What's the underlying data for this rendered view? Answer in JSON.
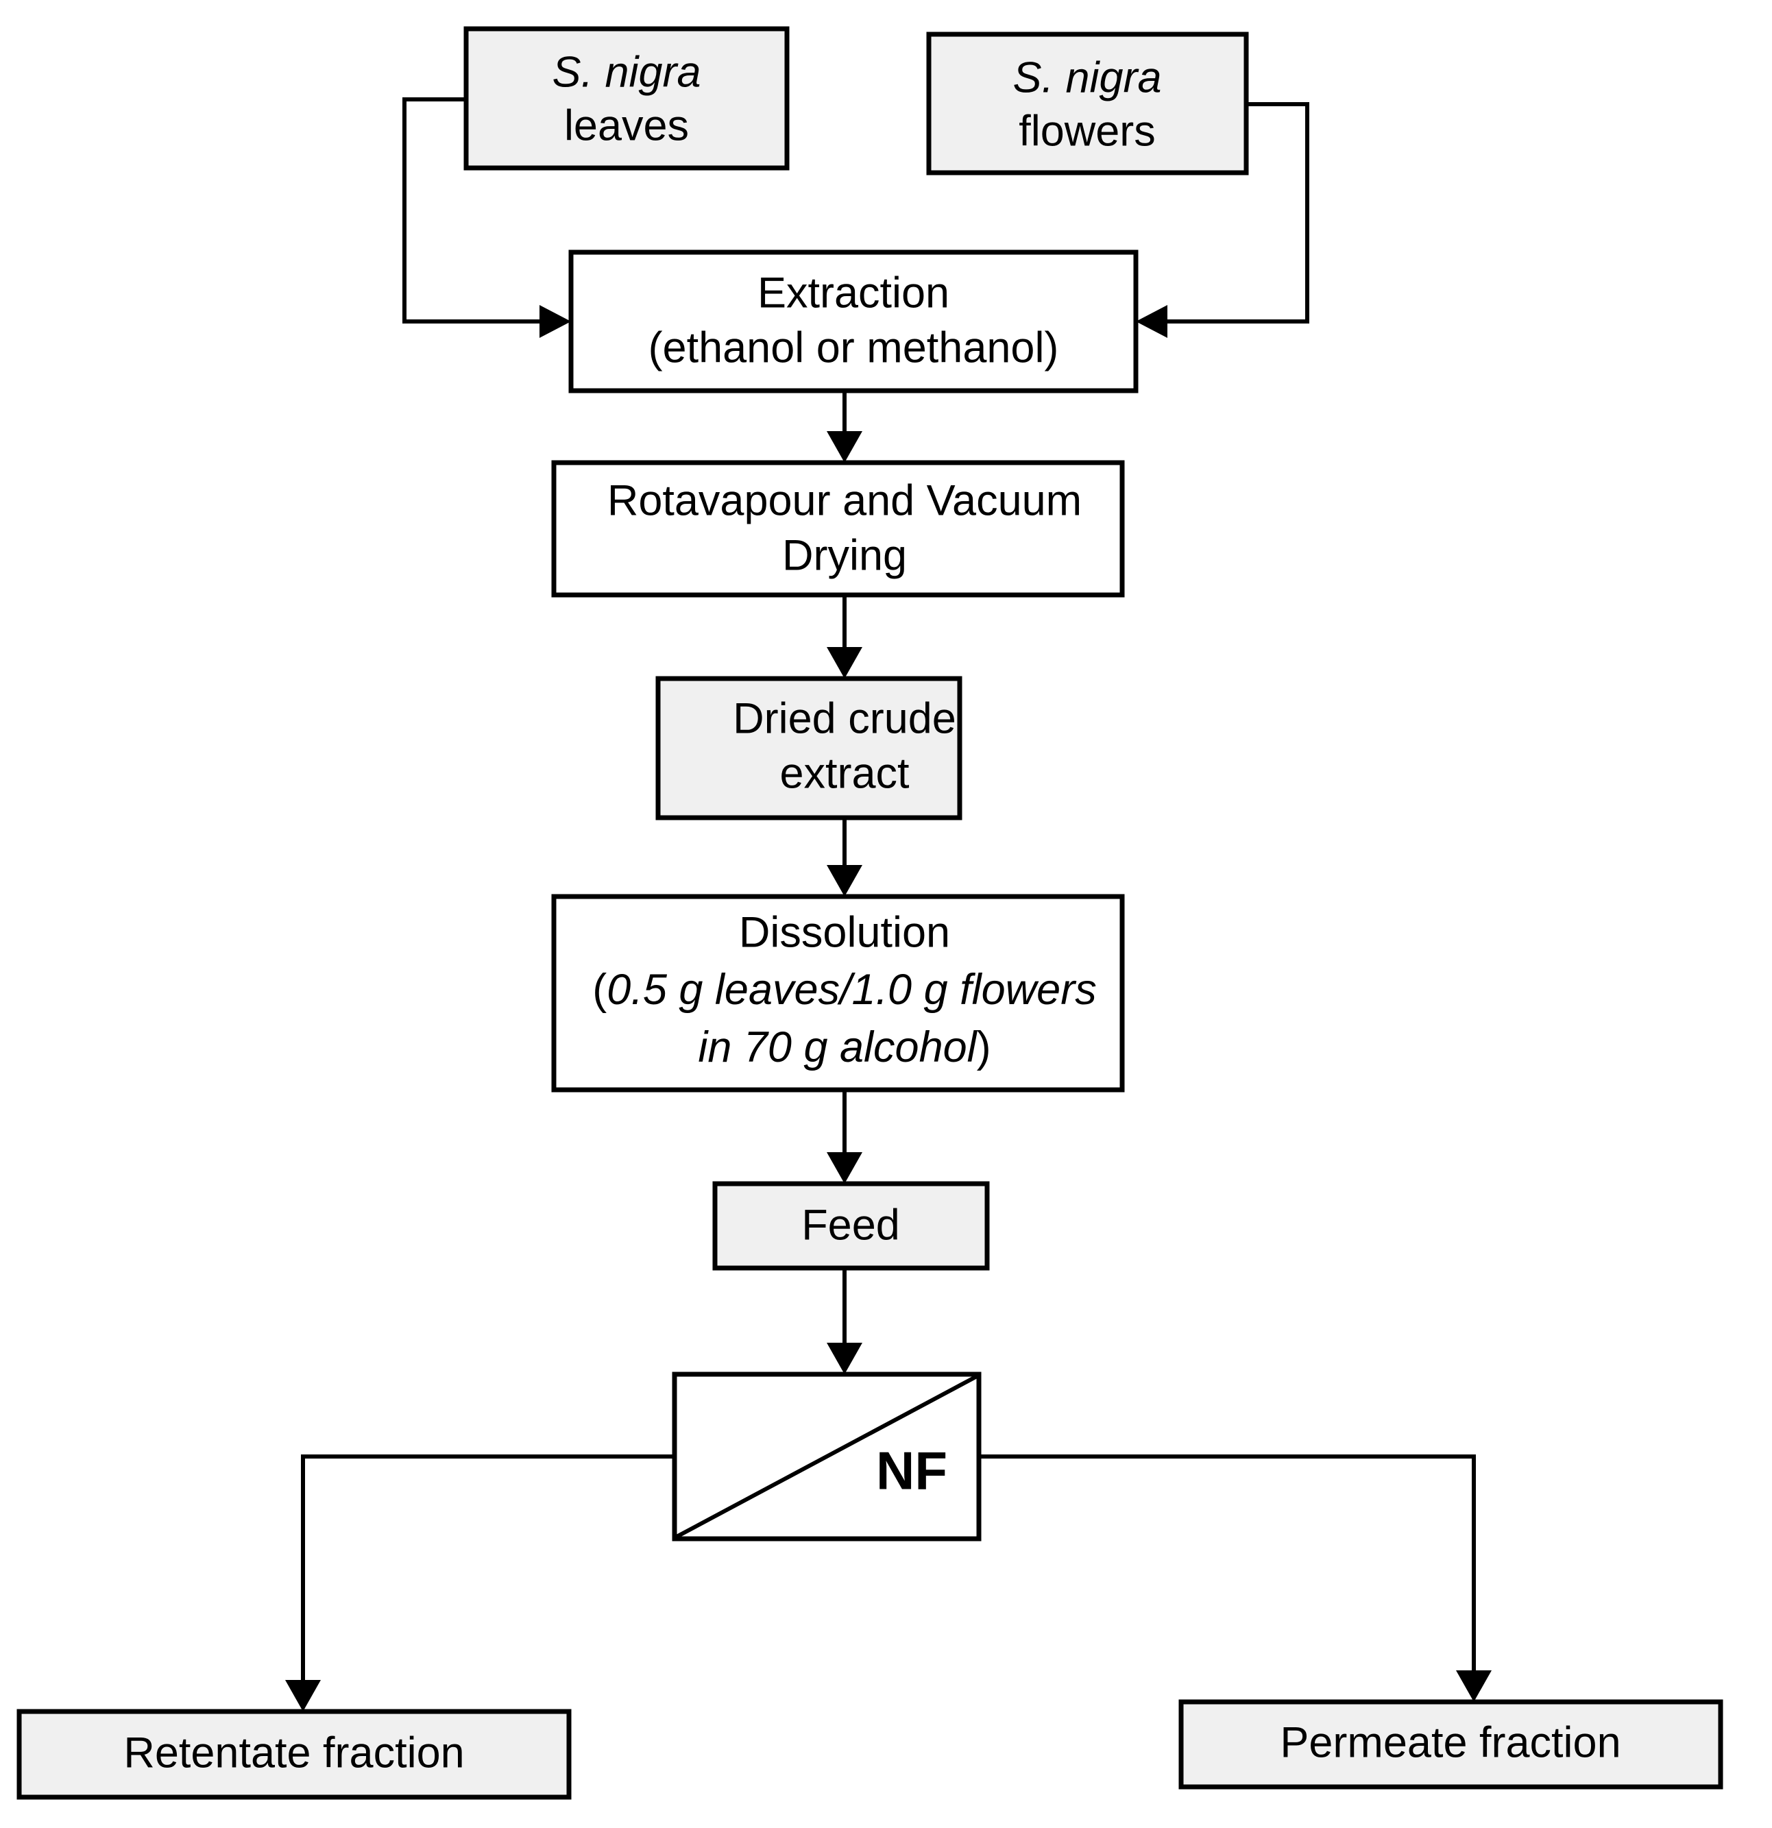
{
  "diagram": {
    "type": "process-flowchart",
    "title": "Nanofiltration process flow for S. nigra extracts",
    "colors": {
      "shaded_box_fill": "#f0f0f0",
      "plain_box_fill": "#ffffff",
      "stroke": "#000000",
      "background": "#ffffff"
    },
    "nodes": [
      {
        "id": "leaves",
        "style": "shaded",
        "lines": [
          {
            "text": "S. nigra",
            "italic": true
          },
          {
            "text": "leaves",
            "italic": false
          }
        ]
      },
      {
        "id": "flowers",
        "style": "shaded",
        "lines": [
          {
            "text": "S. nigra",
            "italic": true
          },
          {
            "text": "flowers",
            "italic": false
          }
        ]
      },
      {
        "id": "extraction",
        "style": "plain",
        "lines": [
          {
            "text": "Extraction",
            "italic": false
          },
          {
            "text": "(ethanol or methanol)",
            "italic": false
          }
        ]
      },
      {
        "id": "rotavapour",
        "style": "plain",
        "lines": [
          {
            "text": "Rotavapour and Vacuum",
            "italic": false
          },
          {
            "text": "Drying",
            "italic": false
          }
        ]
      },
      {
        "id": "dried-crude-extract",
        "style": "shaded",
        "lines": [
          {
            "text": "Dried crude",
            "italic": false
          },
          {
            "text": "extract",
            "italic": false
          }
        ]
      },
      {
        "id": "dissolution",
        "style": "plain",
        "lines": [
          {
            "text": "Dissolution",
            "italic": false
          },
          {
            "text": "(0.5 g leaves/1.0 g flowers",
            "italic": true
          },
          {
            "text": "in 70 g alcohol)",
            "italic": true
          }
        ]
      },
      {
        "id": "feed",
        "style": "shaded",
        "lines": [
          {
            "text": "Feed",
            "italic": false
          }
        ]
      },
      {
        "id": "nf-membrane",
        "style": "membrane",
        "lines": [
          {
            "text": "NF",
            "italic": false
          }
        ]
      },
      {
        "id": "retentate",
        "style": "shaded",
        "lines": [
          {
            "text": "Retentate fraction",
            "italic": false
          }
        ]
      },
      {
        "id": "permeate",
        "style": "shaded",
        "lines": [
          {
            "text": "Permeate fraction",
            "italic": false
          }
        ]
      }
    ],
    "edges": [
      {
        "from": "leaves",
        "to": "extraction",
        "arrow": true
      },
      {
        "from": "flowers",
        "to": "extraction",
        "arrow": true
      },
      {
        "from": "extraction",
        "to": "rotavapour",
        "arrow": true
      },
      {
        "from": "rotavapour",
        "to": "dried-crude-extract",
        "arrow": true
      },
      {
        "from": "dried-crude-extract",
        "to": "dissolution",
        "arrow": true
      },
      {
        "from": "dissolution",
        "to": "feed",
        "arrow": true
      },
      {
        "from": "feed",
        "to": "nf-membrane",
        "arrow": true
      },
      {
        "from": "nf-membrane",
        "to": "retentate",
        "arrow": true
      },
      {
        "from": "nf-membrane",
        "to": "permeate",
        "arrow": true
      }
    ],
    "labels": {
      "leaves_l1": "S. nigra",
      "leaves_l2": "leaves",
      "flowers_l1": "S. nigra",
      "flowers_l2": "flowers",
      "extraction_l1": "Extraction",
      "extraction_l2": "(ethanol or methanol)",
      "rotavapour_l1": "Rotavapour and Vacuum",
      "rotavapour_l2": "Drying",
      "dried_l1": "Dried crude",
      "dried_l2": "extract",
      "dissolution_l1": "Dissolution",
      "dissolution_l2_open": "(",
      "dissolution_l2": "0.5 g leaves/1.0 g flowers",
      "dissolution_l3": "in 70 g alcohol",
      "dissolution_l3_close": ")",
      "feed": "Feed",
      "nf": "NF",
      "retentate": "Retentate fraction",
      "permeate": "Permeate fraction"
    }
  }
}
